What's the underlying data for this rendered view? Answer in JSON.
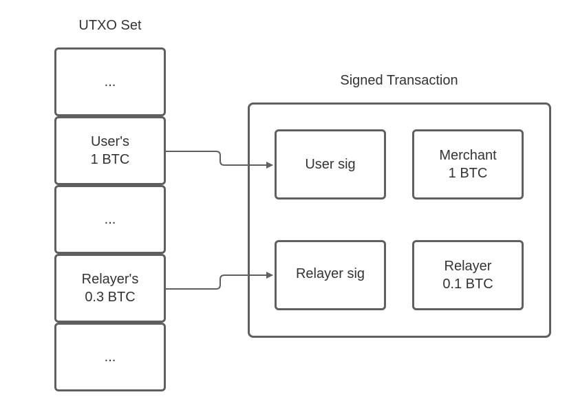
{
  "utxo_set": {
    "title": "UTXO Set",
    "cells": [
      {
        "line1": "...",
        "line2": ""
      },
      {
        "line1": "User's",
        "line2": "1 BTC"
      },
      {
        "line1": "...",
        "line2": ""
      },
      {
        "line1": "Relayer's",
        "line2": "0.3 BTC"
      },
      {
        "line1": "...",
        "line2": ""
      }
    ]
  },
  "signed_transaction": {
    "title": "Signed Transaction",
    "inputs": [
      {
        "label": "User sig"
      },
      {
        "label": "Relayer sig"
      }
    ],
    "outputs": [
      {
        "line1": "Merchant",
        "line2": "1 BTC"
      },
      {
        "line1": "Relayer",
        "line2": "0.1 BTC"
      }
    ]
  },
  "edges": [
    {
      "from": "User's 1 BTC",
      "to": "User sig"
    },
    {
      "from": "Relayer's 0.3 BTC",
      "to": "Relayer sig"
    }
  ],
  "colors": {
    "stroke": "#5f5f5f",
    "text": "#333333",
    "background": "#ffffff"
  }
}
